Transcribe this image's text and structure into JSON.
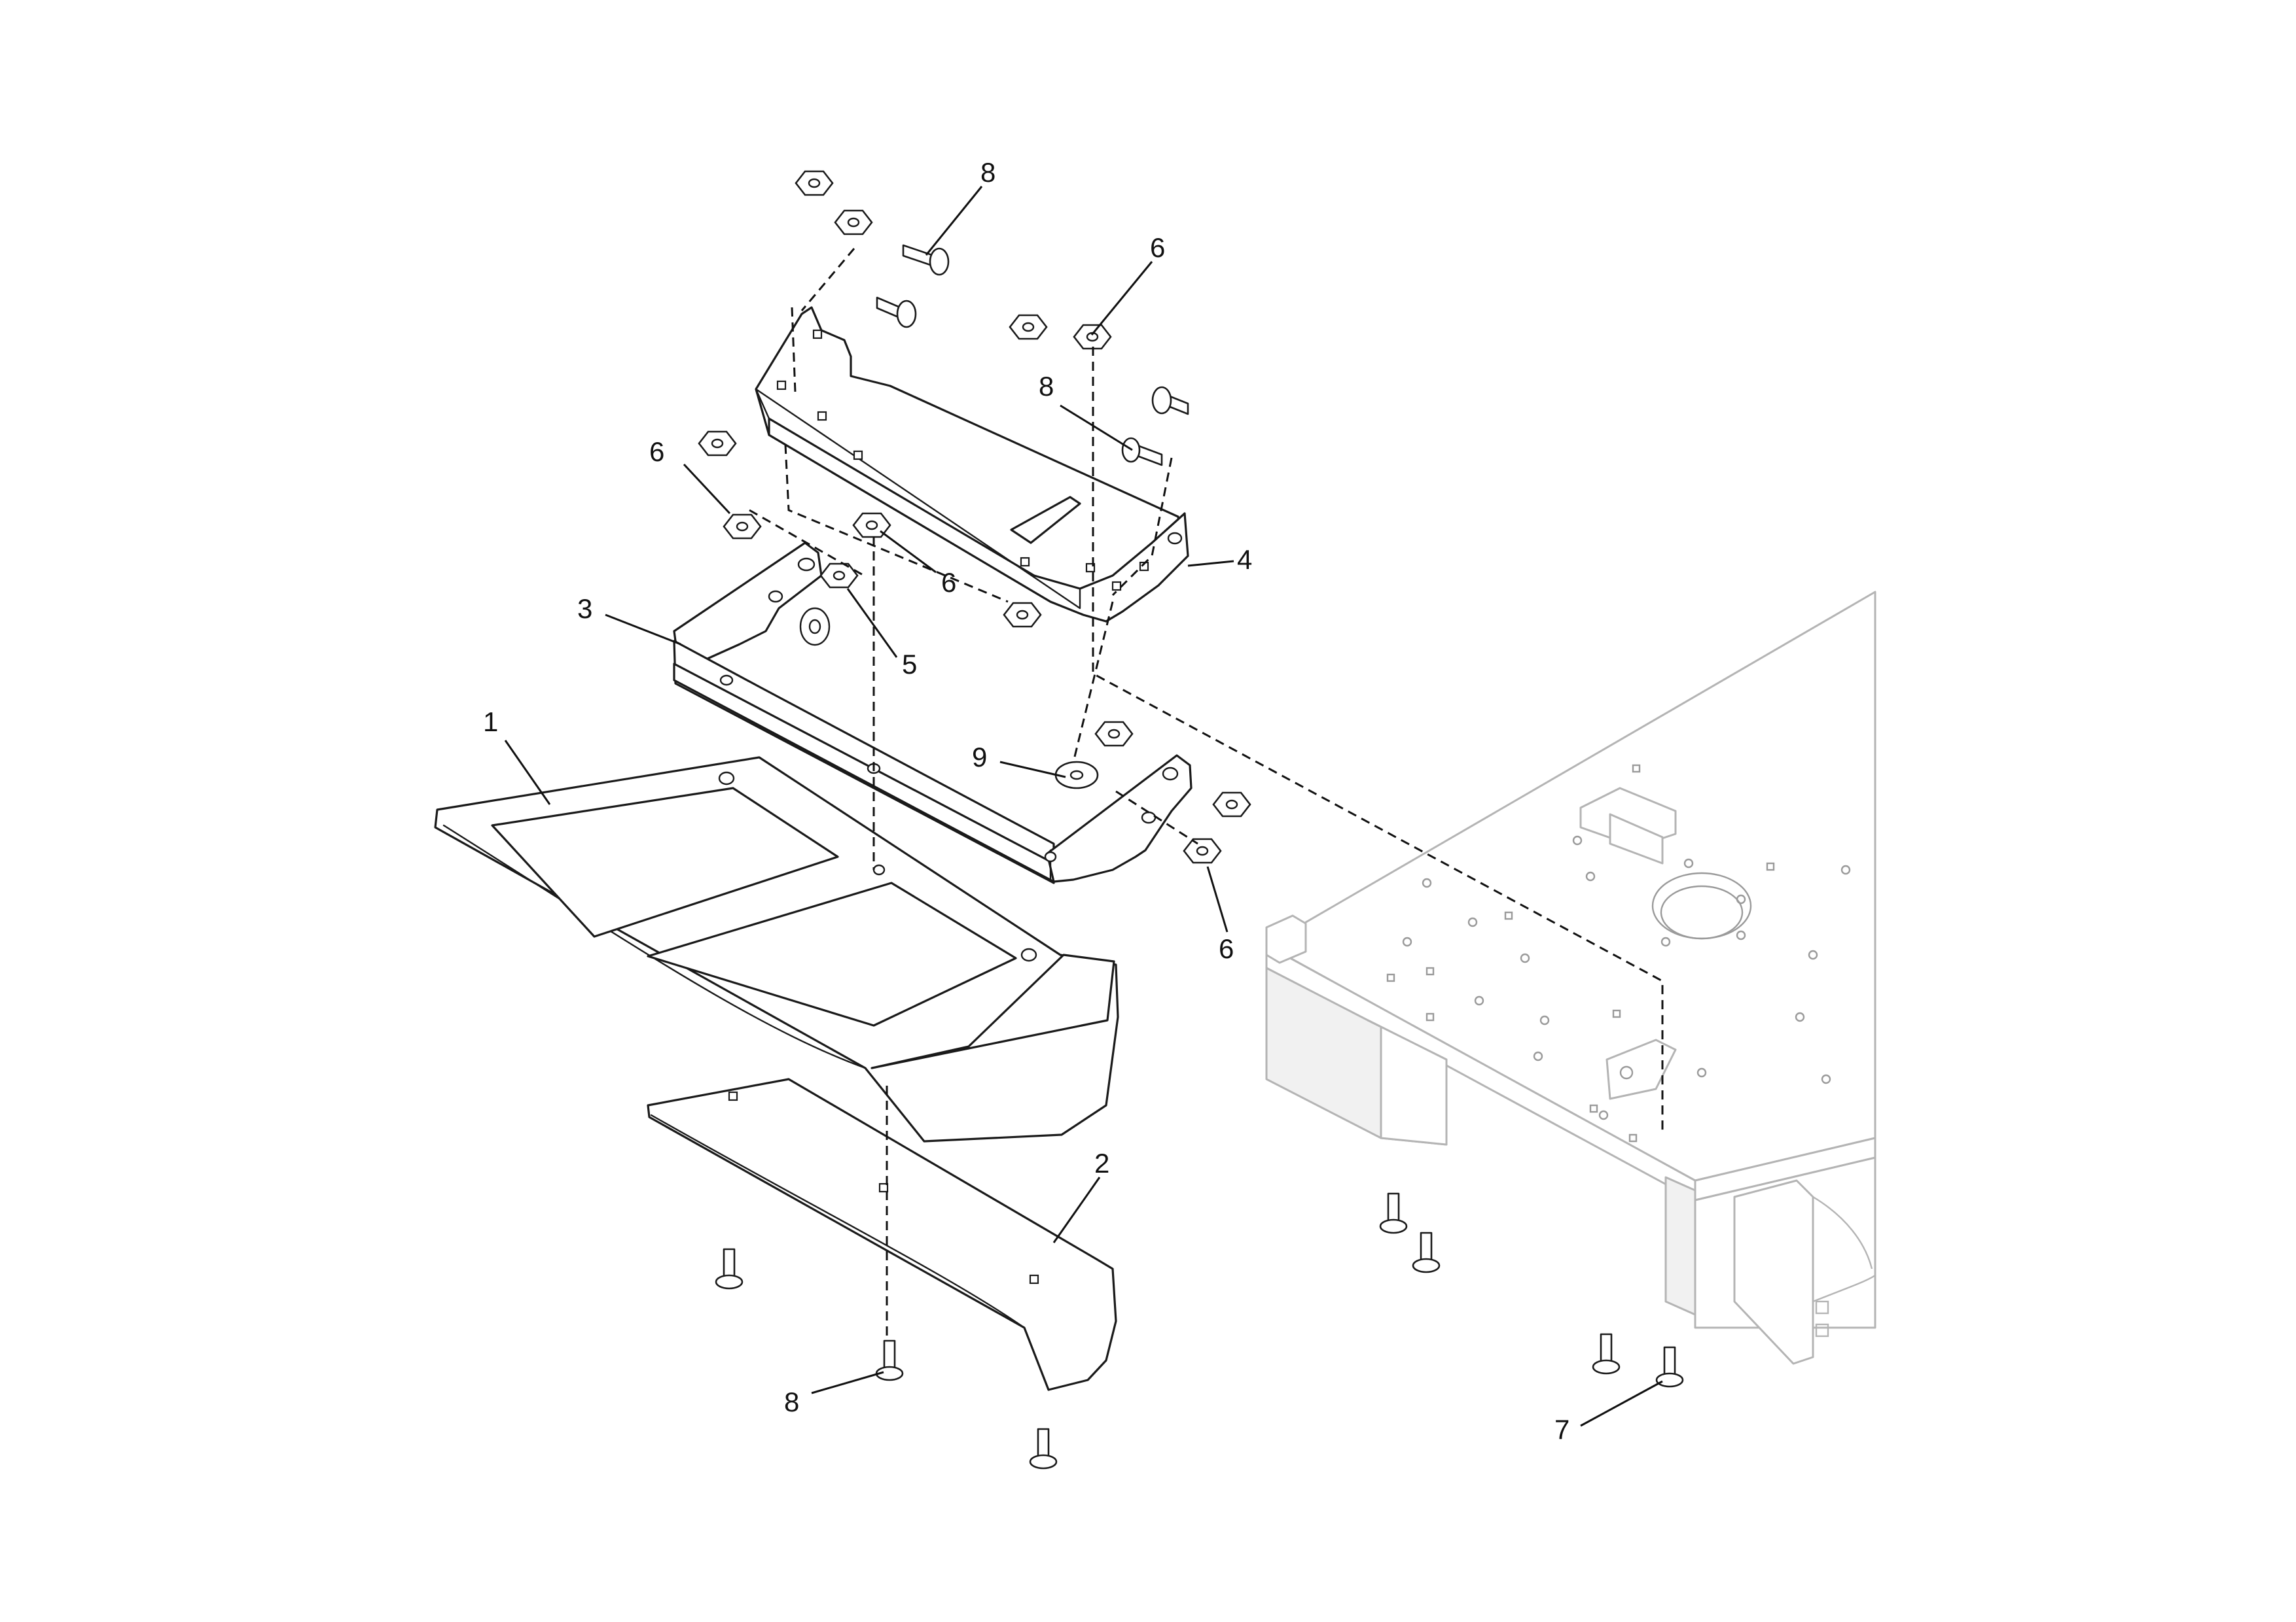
{
  "callouts": [
    {
      "id": "c1",
      "label": "1"
    },
    {
      "id": "c2",
      "label": "2"
    },
    {
      "id": "c3",
      "label": "3"
    },
    {
      "id": "c4",
      "label": "4"
    },
    {
      "id": "c5",
      "label": "5"
    },
    {
      "id": "c6a",
      "label": "6"
    },
    {
      "id": "c6b",
      "label": "6"
    },
    {
      "id": "c6c",
      "label": "6"
    },
    {
      "id": "c6d",
      "label": "6"
    },
    {
      "id": "c7",
      "label": "7"
    },
    {
      "id": "c8a",
      "label": "8"
    },
    {
      "id": "c8b",
      "label": "8"
    },
    {
      "id": "c8c",
      "label": "8"
    },
    {
      "id": "c9",
      "label": "9"
    }
  ],
  "colors": {
    "line": "#1a1a1a",
    "ghost": "#b4b4b4",
    "background": "#ffffff"
  }
}
